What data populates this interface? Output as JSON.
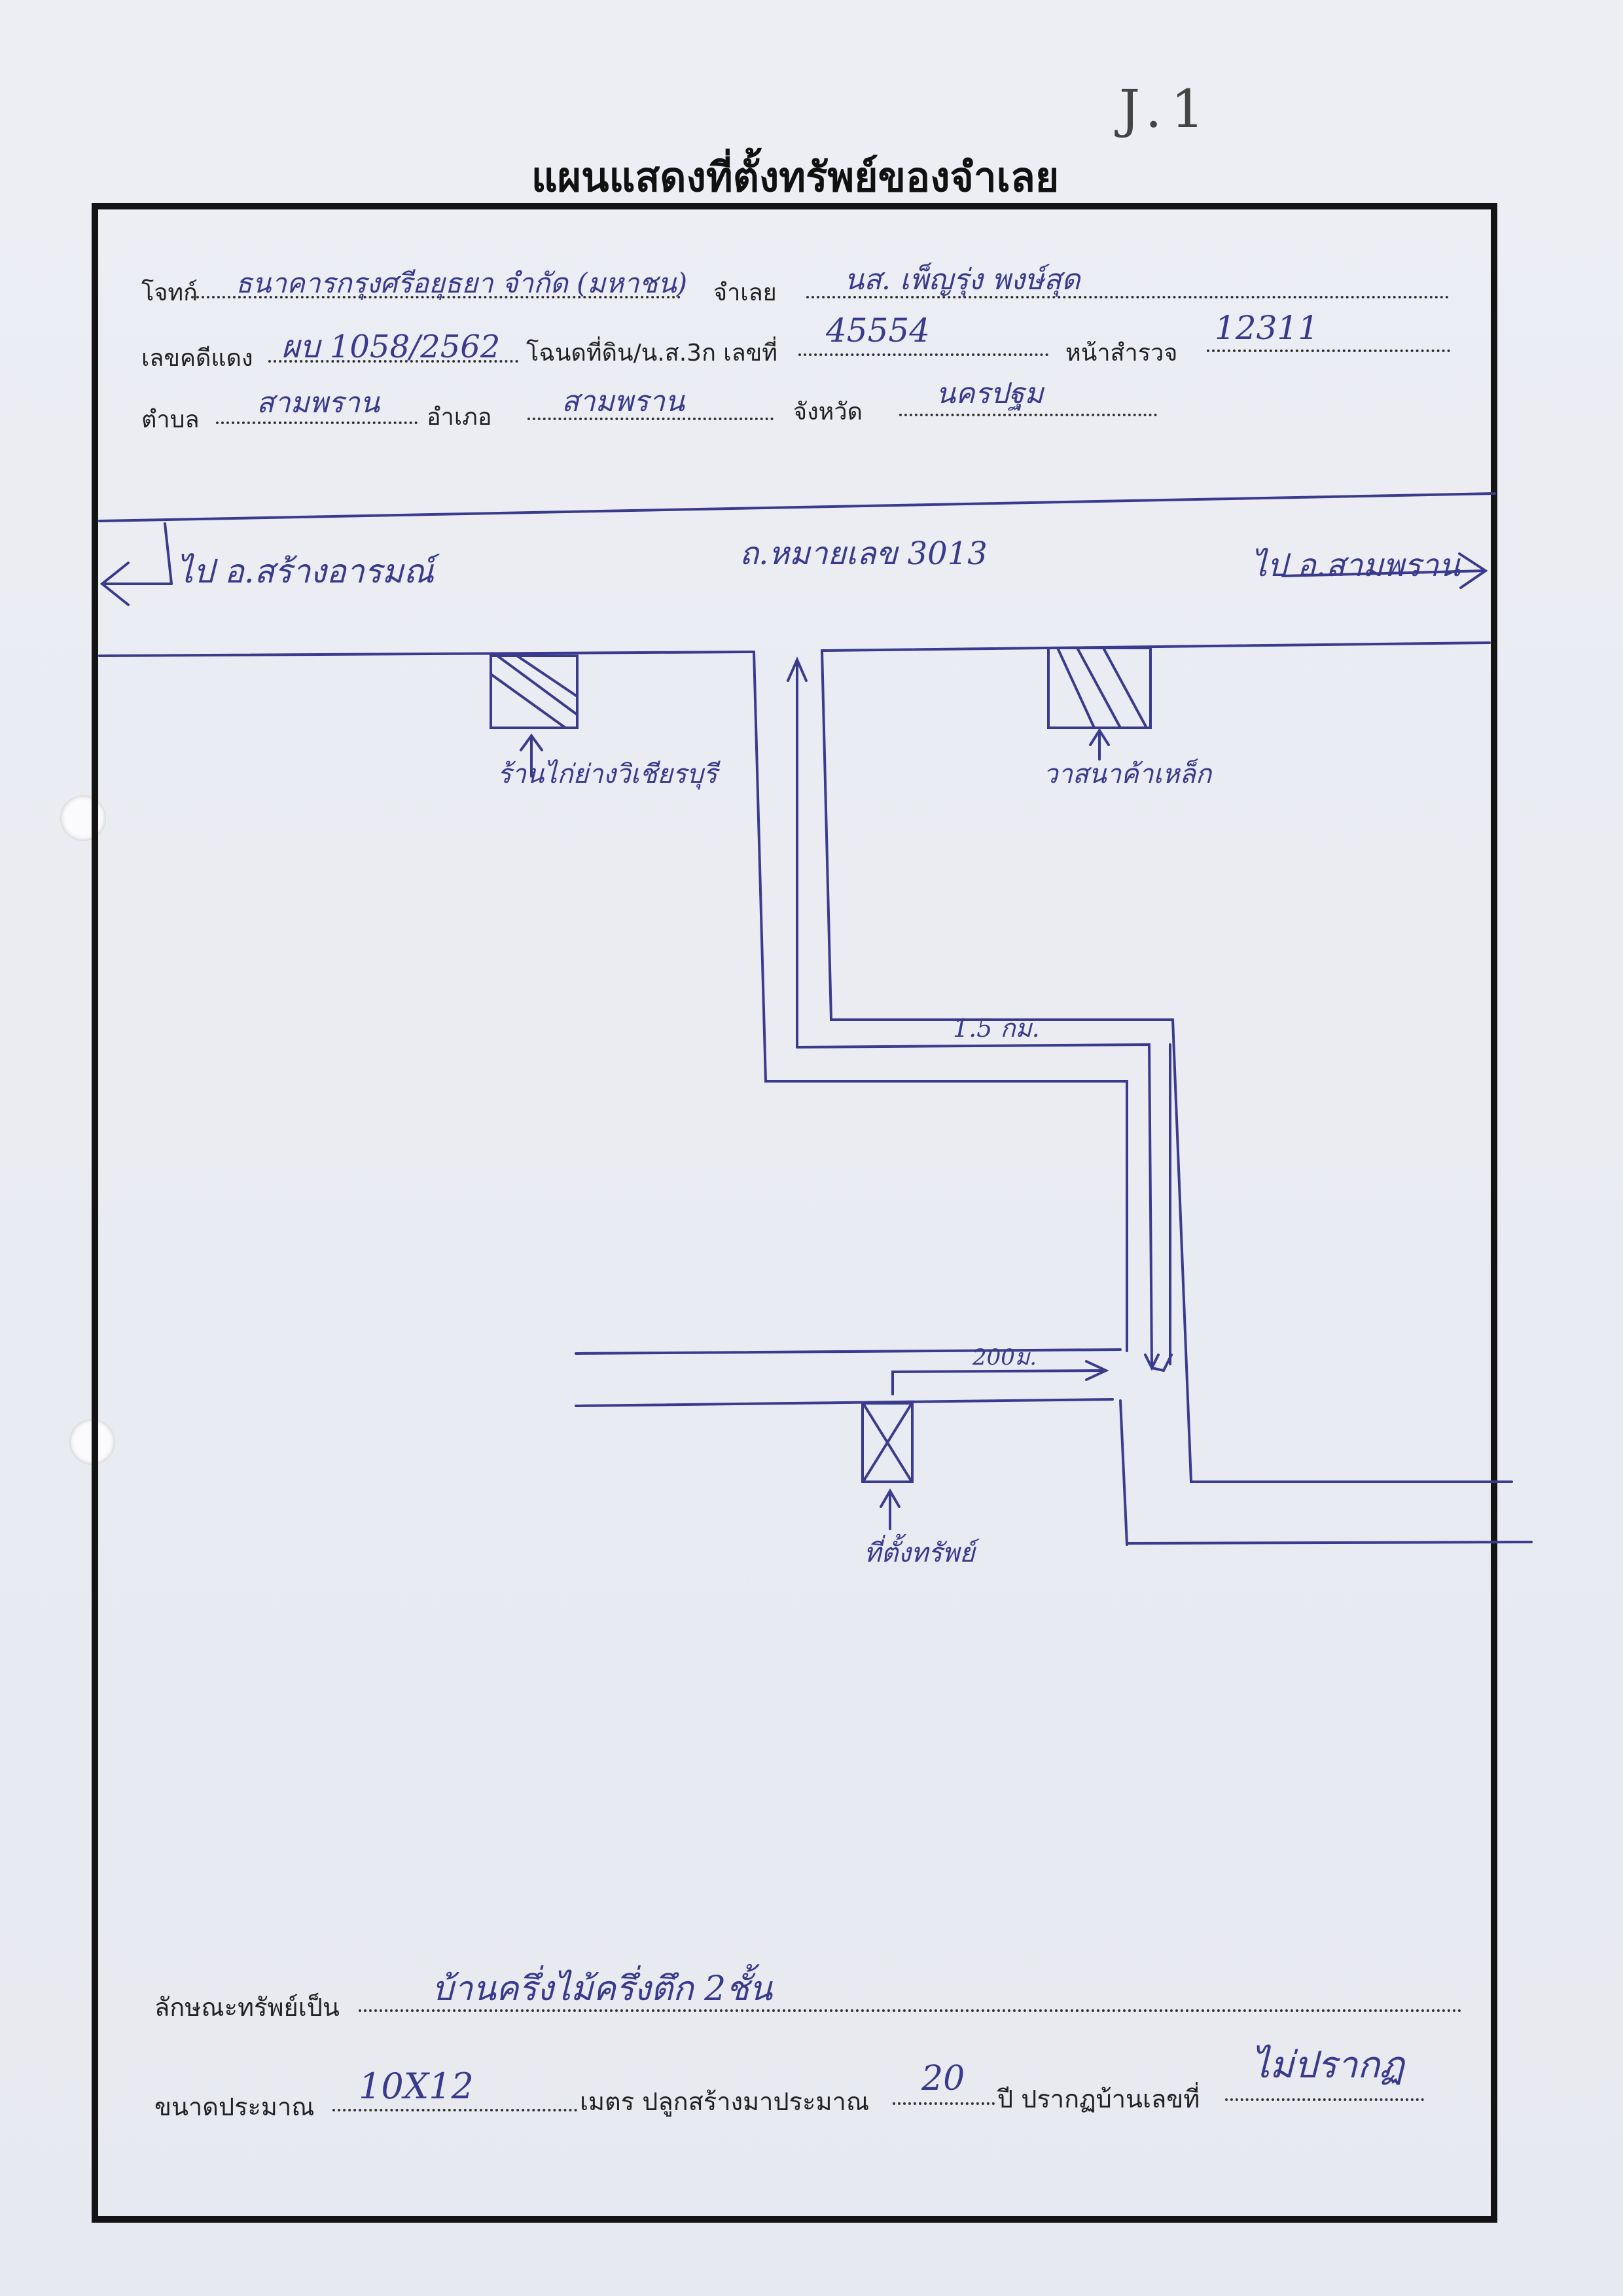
{
  "header": {
    "page_number": "J.1",
    "title": "แผนแสดงที่ตั้งทรัพย์ของจำเลย"
  },
  "form": {
    "plaintiff_label": "โจทก์",
    "plaintiff_value": "ธนาคารกรุงศรีอยุธยา จำกัด (มหาชน)",
    "defendant_label": "จำเลย",
    "defendant_value": "นส. เพ็ญรุ่ง พงษ์สุด",
    "case_no_label": "เลขคดีแดง",
    "case_no_value": "ผบ 1058/2562",
    "deed_label": "โฉนดที่ดิน/น.ส.3ก เลขที่",
    "deed_value": "45554",
    "survey_page_label": "หน้าสำรวจ",
    "survey_page_value": "12311",
    "subdistrict_label": "ตำบล",
    "subdistrict_value": "สามพราน",
    "district_label": "อำเภอ",
    "district_value": "สามพราน",
    "province_label": "จังหวัด",
    "province_value": "นครปฐม"
  },
  "map": {
    "road_name": "ถ.หมายเลข 3013",
    "left_direction": "ไป อ.สร้างอารมณ์",
    "right_direction": "ไป อ.สามพราน",
    "landmark_left": "ร้านไก่ย่างวิเชียรบุรี",
    "landmark_right": "วาสนาค้าเหล็ก",
    "distance_1": "1.5 กม.",
    "distance_2": "200ม.",
    "property_label": "ที่ตั้งทรัพย์"
  },
  "footer": {
    "property_type_label": "ลักษณะทรัพย์เป็น",
    "property_type_value": "บ้านครึ่งไม้ครึ่งตึก 2ชั้น",
    "size_label": "ขนาดประมาณ",
    "size_value": "10X12",
    "meter_label": "เมตร ปลูกสร้างมาประมาณ",
    "years_value": "20",
    "year_label": "ปี ปรากฏบ้านเลขที่",
    "house_no_value": "ไม่ปรากฏ"
  }
}
